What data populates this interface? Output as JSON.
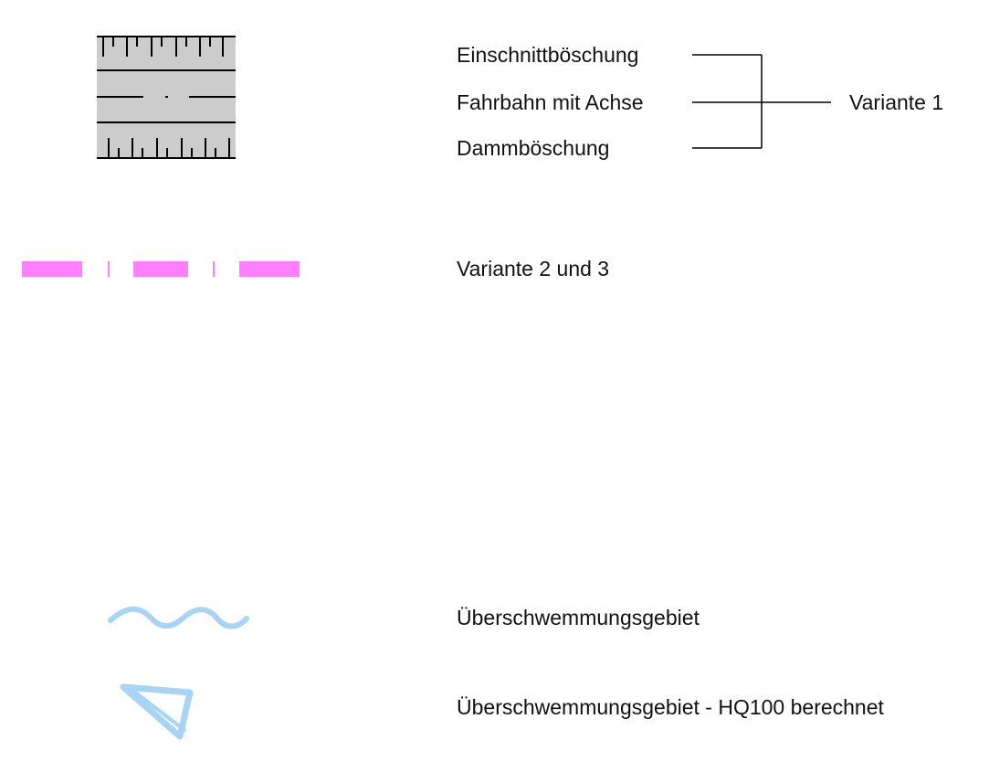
{
  "legend": {
    "variant1": {
      "items": [
        {
          "label": "Einschnittböschung",
          "symbol": "cut-slope-symbol"
        },
        {
          "label": "Fahrbahn mit Achse",
          "symbol": "roadway-axis-symbol"
        },
        {
          "label": "Dammböschung",
          "symbol": "embankment-slope-symbol"
        }
      ],
      "group_label": "Variante 1",
      "fill_color": "#cccccc"
    },
    "variant23": {
      "label": "Variante 2 und 3",
      "color": "#ff80ff"
    },
    "flood": {
      "label": "Überschwemmungsgebiet",
      "color": "#a8d4f5"
    },
    "flood_hq100": {
      "label": "Überschwemmungsgebiet - HQ100 berechnet",
      "color": "#a8d4f5"
    }
  }
}
